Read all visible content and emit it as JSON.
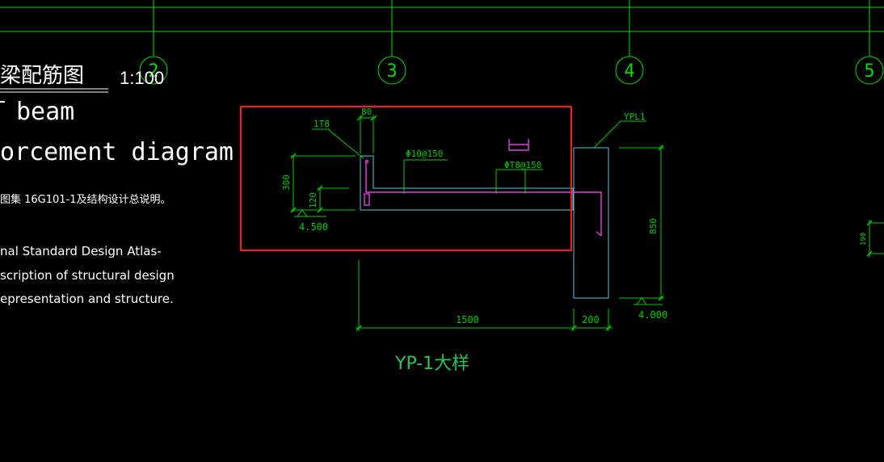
{
  "colors": {
    "background": "#000000",
    "axis_line": "#00e000",
    "dimension": "#00d000",
    "outline": "#4fc8e0",
    "rebar": "#e040e0",
    "text": "#ffffff",
    "highlight": "#ff1a1a",
    "caption": "#22c855"
  },
  "title": {
    "chinese": "梁配筋图",
    "scale": "1:100",
    "line1": "beam",
    "line2": "orcement diagram",
    "note_cn": "图集 16G101-1及结构设计总说明。",
    "note_en1": "nal Standard Design Atlas-",
    "note_en2": "scription of structural design",
    "note_en3": "epresentation and structure."
  },
  "axes": [
    "2",
    "3",
    "4",
    "5"
  ],
  "labels": {
    "top_bar": "1T8",
    "top_width": "80",
    "rebar_main": "Φ10@150",
    "rebar_dist": "ΦT8@150",
    "beam_tag": "YPL1",
    "height_300": "300",
    "height_120": "120",
    "elev_left": "4.500",
    "height_850": "850",
    "elev_right": "4.000",
    "span_1500": "1500",
    "span_200": "200",
    "right_dim": "190",
    "caption": "YP-1大样"
  }
}
